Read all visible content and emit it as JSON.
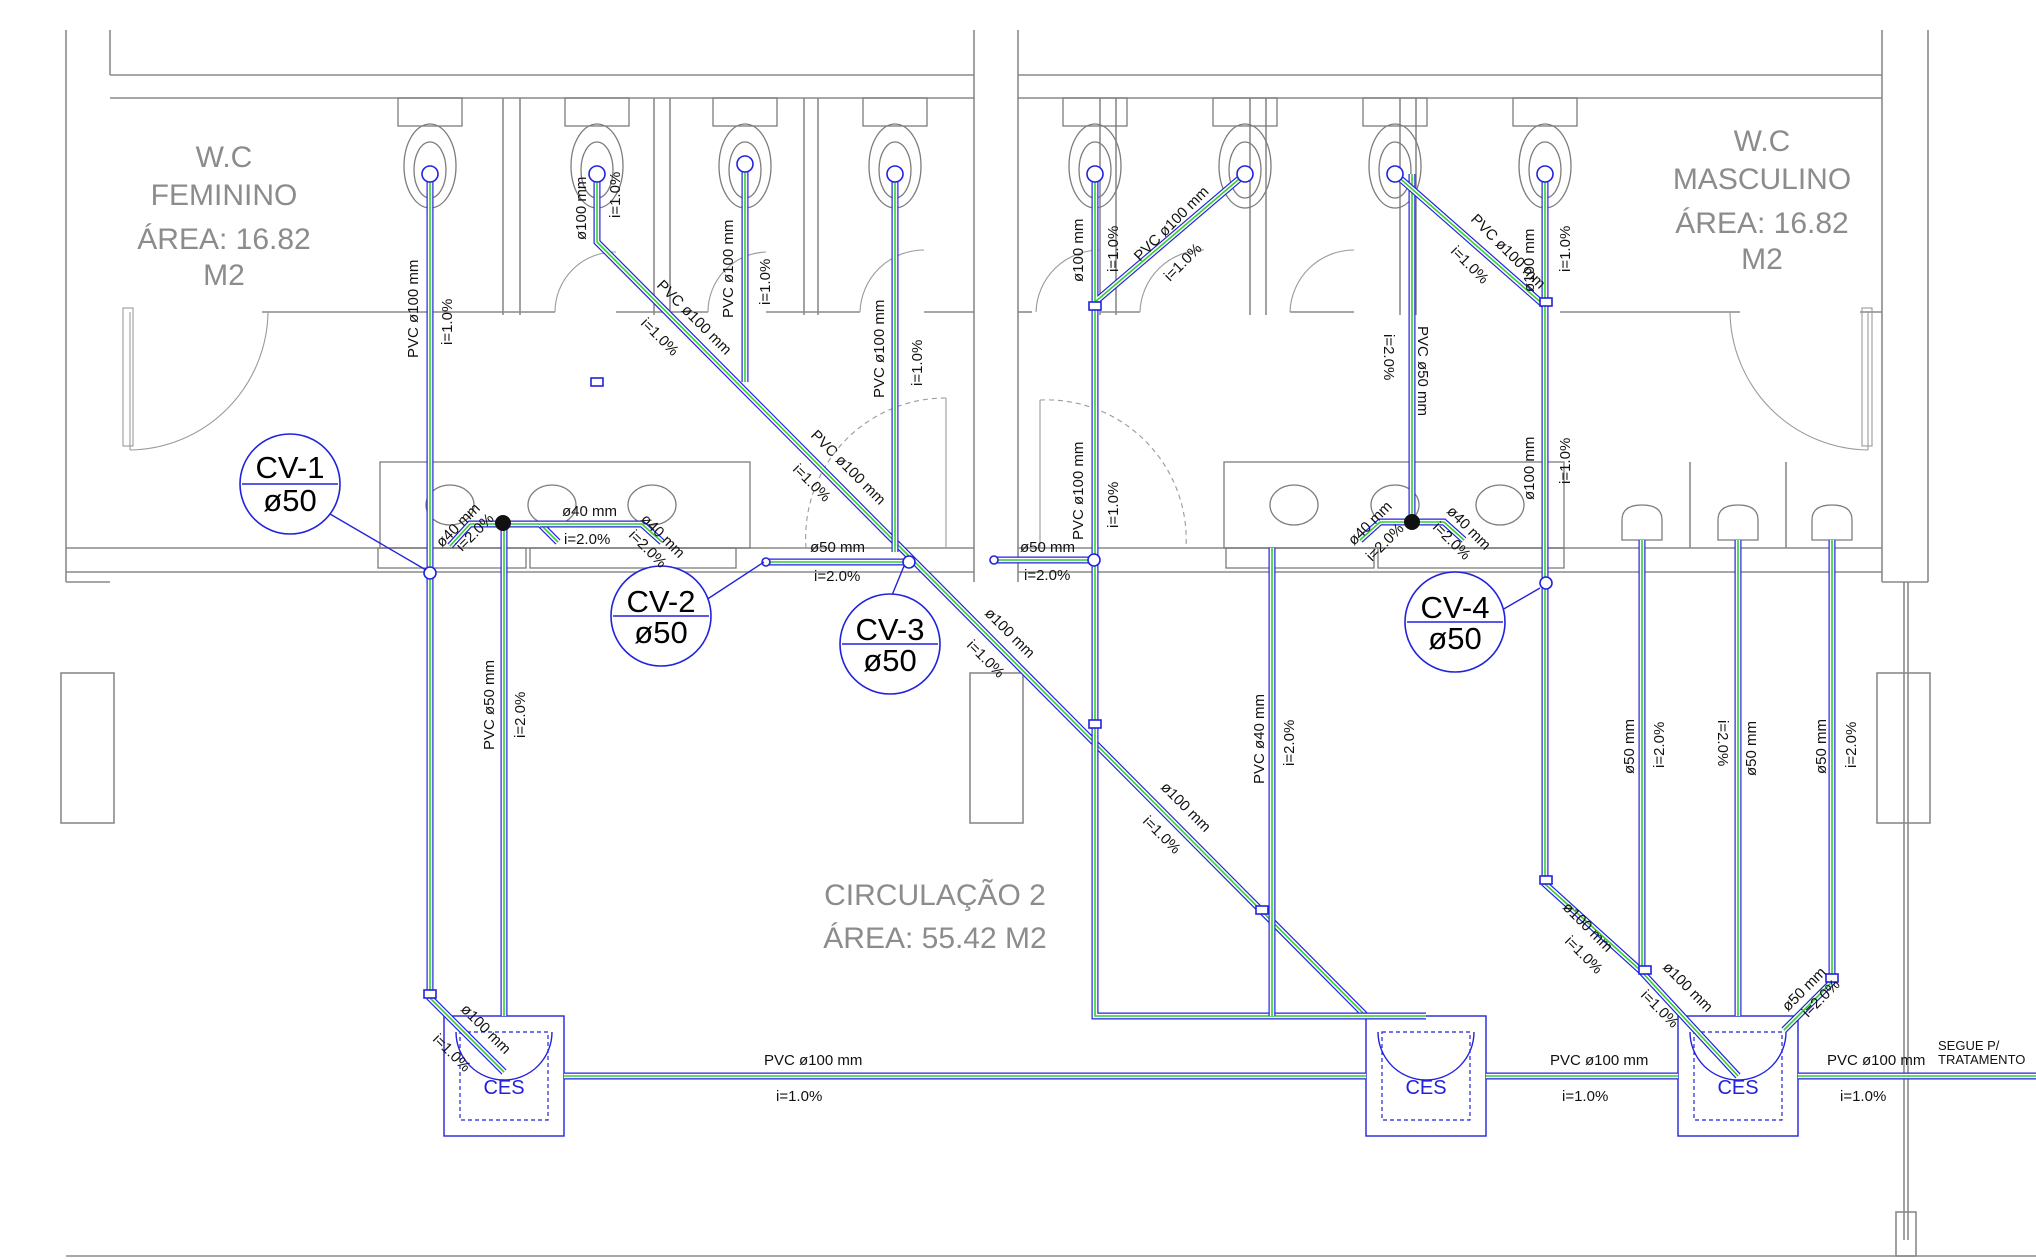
{
  "rooms": {
    "wc_fem": [
      "W.C",
      "FEMININO",
      "ÁREA: 16.82",
      "M2"
    ],
    "wc_masc": [
      "W.C",
      "MASCULINO",
      "ÁREA: 16.82",
      "M2"
    ],
    "circ": [
      "CIRCULAÇÃO 2",
      "ÁREA: 55.42 M2"
    ]
  },
  "vents": [
    {
      "name": "CV-1",
      "dia": "ø50"
    },
    {
      "name": "CV-2",
      "dia": "ø50"
    },
    {
      "name": "CV-3",
      "dia": "ø50"
    },
    {
      "name": "CV-4",
      "dia": "ø50"
    }
  ],
  "boxes": [
    "CES",
    "CES",
    "CES"
  ],
  "labels": {
    "pvc100": "PVC  ø100 mm",
    "pvc50": "PVC  ø50 mm",
    "pvc40": "PVC  ø40 mm",
    "d100": "ø100 mm",
    "d50": "ø50 mm",
    "d40": "ø40 mm",
    "i1": "i=1.0%",
    "i2": "i=2.0%",
    "i2_inv": "i=2.0%",
    "segue1": "SEGUE P/",
    "segue2": "TRATAMENTO"
  },
  "colors": {
    "pipe": "#2222dd",
    "pipe_center": "#2fd22f",
    "walls": "#8a8a8a"
  }
}
